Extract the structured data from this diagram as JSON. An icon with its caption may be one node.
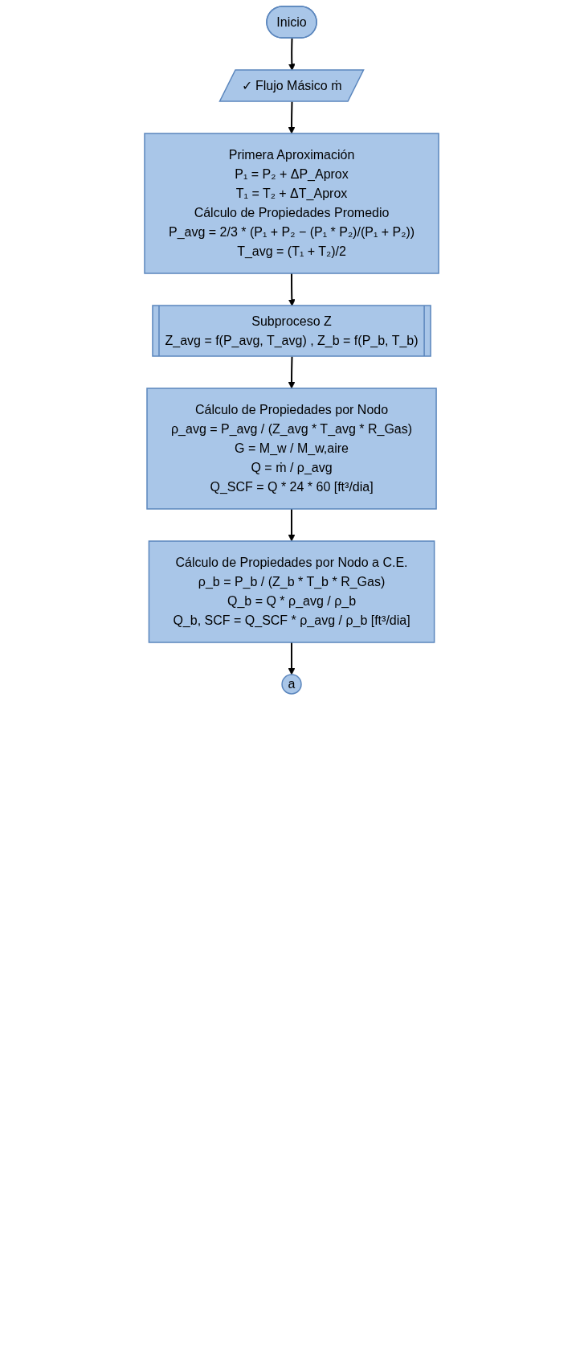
{
  "diagram": {
    "nodes": [
      {
        "text": [
          "Inicio"
        ]
      },
      {
        "text": [
          "✓ Flujo Másico ṁ"
        ]
      },
      {
        "text": [
          "Primera Aproximación",
          "P₁ = P₂ + ΔP_Aprox",
          "T₁ = T₂ + ΔT_Aprox",
          "Cálculo de Propiedades Promedio",
          "P_avg = 2/3 * (P₁ + P₂ − (P₁ * P₂)/(P₁ + P₂))",
          "T_avg = (T₁ + T₂)/2"
        ]
      },
      {
        "text": [
          "Subproceso Z",
          "Z_avg = f(P_avg, T_avg) , Z_b = f(P_b, T_b)"
        ]
      },
      {
        "text": [
          "Cálculo de Propiedades por Nodo",
          "ρ_avg = P_avg / (Z_avg * T_avg * R_Gas)",
          "G = M_w / M_w,aire",
          "Q = ṁ / ρ_avg",
          "Q_SCF = Q * 24 * 60 [ft³/dia]"
        ]
      },
      {
        "text": [
          "Cálculo de Propiedades por Nodo a C.E.",
          "ρ_b = P_b / (Z_b * T_b * R_Gas)",
          "Q_b = Q * ρ_avg / ρ_b",
          "Q_b, SCF = Q_SCF * ρ_avg / ρ_b [ft³/dia]"
        ]
      },
      {
        "text": [
          "a"
        ]
      }
    ],
    "edges": [
      {
        "from": 0,
        "to": 1,
        "arrow": "to"
      },
      {
        "from": 1,
        "to": 2,
        "arrow": "to"
      },
      {
        "from": 2,
        "to": 3,
        "arrow": "to"
      },
      {
        "from": 3,
        "to": 4,
        "arrow": "to"
      },
      {
        "from": 4,
        "to": 5,
        "arrow": "to"
      },
      {
        "from": 5,
        "to": 6,
        "arrow": "to"
      }
    ]
  }
}
